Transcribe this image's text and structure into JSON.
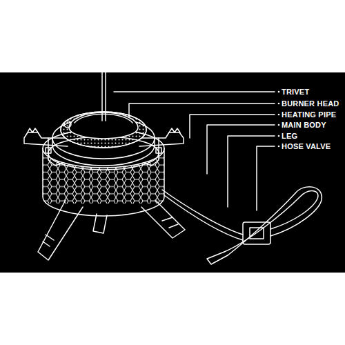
{
  "diagram": {
    "labels": [
      "TRIVET",
      "BURNER HEAD",
      "HEATING PIPE",
      "MAIN BODY",
      "LEG",
      "HOSE VALVE"
    ]
  }
}
